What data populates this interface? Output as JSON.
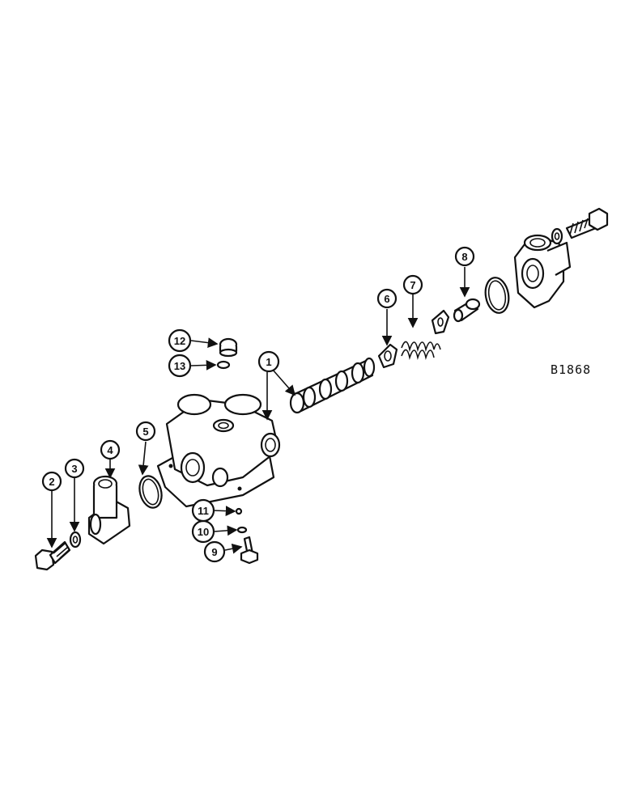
{
  "diagram": {
    "reference_code": "B1868",
    "callouts": [
      "1",
      "2",
      "3",
      "4",
      "5",
      "6",
      "7",
      "8",
      "9",
      "10",
      "11",
      "12",
      "13"
    ]
  }
}
